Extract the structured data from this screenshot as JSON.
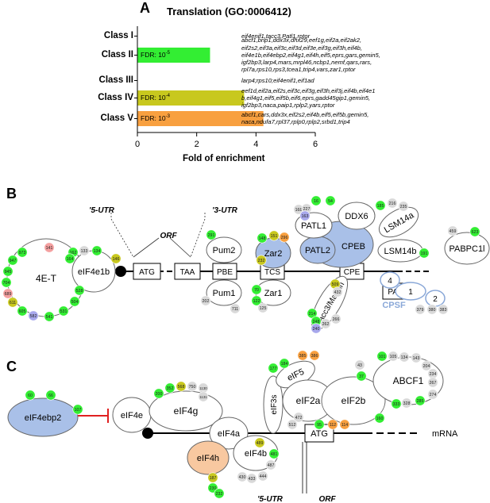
{
  "panels": {
    "a": "A",
    "b": "B",
    "c": "C"
  },
  "chart_data": {
    "type": "bar",
    "title": "Translation (GO:0006412)",
    "xlabel": "Fold of enrichment",
    "xlim": [
      0,
      6
    ],
    "xticks": [
      "0",
      "2",
      "4",
      "6"
    ],
    "categories": [
      "Class I",
      "Class II",
      "Class III",
      "Class IV",
      "Class V"
    ],
    "values": [
      0,
      2.45,
      0,
      3.6,
      4.25
    ],
    "fdr_labels": [
      "",
      "FDR: 10",
      "",
      "FDR: 10",
      "FDR: 10"
    ],
    "fdr_exponents": [
      "",
      "-5",
      "",
      "-4",
      "-3"
    ],
    "bar_colors": [
      "#ffffff",
      "#33ee33",
      "#ffffff",
      "#c8c81e",
      "#f8a040"
    ],
    "genes": [
      [
        "eif4enif1,tacc3,Patl1,rptor"
      ],
      [
        "abcf1,brip1,ddx3x,dhx29,eef1g,eif2a,eif2ak2,",
        "eif2s2,eif3a,eif3c,eif3d,eif3e,eif3g,eif3h,eif4b,",
        "eif4e1b,eif4ebp2,eif4g1,eif4h,eif5,eprs,gars,gemin5,",
        "igf2bp3,larp4,mars,mrpl46,ncbp1,nemf,qars,rars,",
        "rpl7a,rps10,rps3,tcea1,trip4,vars,zar1,rptor"
      ],
      [
        "larp4;rps10;eif4enif1,eif1ad"
      ],
      [
        "eef1d,eif2a,eif2s,eif3c,eif3g,eif3h,eif3j,eif4b,eif4e1",
        "b,eif4g1,eif5,eif5b,eif6,eprs,gadd45gip1,gemin5,",
        "igf2bp3,naca,paip1,rplp2,yars,rptor"
      ],
      [
        "abcf1,cars,ddx3x,eif2s2,eif4b,eif5,eif5b,gemin5,",
        "naca,ndufa7,rpl37,rplp0,rplp2,srbd1,trip4"
      ]
    ]
  },
  "diagram_b": {
    "proteins": {
      "e4t": "4E-T",
      "eif4e1b": "eIF4e1b",
      "pum2": "Pum2",
      "pum1": "Pum1",
      "zar2": "Zar2",
      "zar1": "Zar1",
      "tacc": "Tacc3/Maskin",
      "patl1": "PATL1",
      "ddx6": "DDX6",
      "lsm14a": "LSM14a",
      "patl2": "PATL2",
      "cpeb": "CPEB",
      "lsm14b": "LSM14b",
      "pabpc1l": "PABPC1l"
    },
    "boxes": {
      "atg": "ATG",
      "taa": "TAA",
      "pbe": "PBE",
      "tcs": "TCS",
      "cpe": "CPE",
      "pas": "PAS"
    },
    "utr5": "'5-UTR",
    "orf": "ORF",
    "utr3": "'3-UTR",
    "cpsf": {
      "label": "CPSF",
      "sub4": "4",
      "sub1": "1",
      "sub2": "2"
    }
  },
  "diagram_c": {
    "proteins": {
      "eif4ebp2": "eIF4ebp2",
      "eif4e": "eIF4e",
      "eif4g": "eIF4g",
      "eif4a": "eIF4a",
      "eif4h": "eIF4h",
      "eif4b": "eIF4b",
      "eif3s": "eIF3s",
      "eif5": "eIF5",
      "eif2a": "eIF2a",
      "eif2b": "eIF2b",
      "abcf1": "ABCF1"
    },
    "atg": "ATG",
    "mrna": "mRNA",
    "utr5": "'5-UTR",
    "orf": "ORF"
  },
  "colors": {
    "green": "#33ee33",
    "grey": "#d9d9d9",
    "olive": "#c8c81e",
    "orange": "#f8a040",
    "pink": "#f4a0a0",
    "lilac": "#a8a8ec",
    "blue": "#a9c0e8",
    "peach": "#f8c8a0",
    "cpsf_blue": "#8aa8d8"
  },
  "badges": [
    {
      "t": "973",
      "c": "green"
    },
    {
      "t": "141",
      "c": "pink"
    },
    {
      "t": "162",
      "c": "green"
    },
    {
      "t": "947",
      "c": "green"
    },
    {
      "t": "945",
      "c": "green"
    },
    {
      "t": "704",
      "c": "green"
    },
    {
      "t": "689",
      "c": "pink"
    },
    {
      "t": "611",
      "c": "olive"
    },
    {
      "t": "605",
      "c": "green"
    },
    {
      "t": "582",
      "c": "lilac"
    },
    {
      "t": "541",
      "c": "green"
    },
    {
      "t": "531",
      "c": "green"
    },
    {
      "t": "504",
      "c": "green"
    },
    {
      "t": "528",
      "c": "green"
    },
    {
      "t": "164",
      "c": "green"
    },
    {
      "t": "133",
      "c": "grey"
    },
    {
      "t": "134",
      "c": "green"
    },
    {
      "t": "146",
      "c": "olive"
    },
    {
      "t": "291",
      "c": "green"
    },
    {
      "t": "148",
      "c": "green"
    },
    {
      "t": "151",
      "c": "olive"
    },
    {
      "t": "296",
      "c": "orange"
    },
    {
      "t": "232",
      "c": "olive"
    },
    {
      "t": "70",
      "c": "green"
    },
    {
      "t": "122",
      "c": "green"
    },
    {
      "t": "125",
      "c": "grey"
    },
    {
      "t": "202",
      "c": "grey"
    },
    {
      "t": "711",
      "c": "grey"
    },
    {
      "t": "168",
      "c": "grey"
    },
    {
      "t": "227",
      "c": "grey"
    },
    {
      "t": "163",
      "c": "lilac"
    },
    {
      "t": "16",
      "c": "green"
    },
    {
      "t": "54",
      "c": "green"
    },
    {
      "t": "185",
      "c": "green"
    },
    {
      "t": "216",
      "c": "grey"
    },
    {
      "t": "235",
      "c": "grey"
    },
    {
      "t": "459",
      "c": "grey"
    },
    {
      "t": "623",
      "c": "green"
    },
    {
      "t": "191",
      "c": "green"
    },
    {
      "t": "509",
      "c": "olive"
    },
    {
      "t": "432",
      "c": "grey"
    },
    {
      "t": "214",
      "c": "green"
    },
    {
      "t": "248",
      "c": "green"
    },
    {
      "t": "240",
      "c": "lilac"
    },
    {
      "t": "262",
      "c": "grey"
    },
    {
      "t": "266",
      "c": "grey"
    },
    {
      "t": "379",
      "c": "grey"
    },
    {
      "t": "380",
      "c": "grey"
    },
    {
      "t": "383",
      "c": "grey"
    },
    {
      "t": "60",
      "c": "green"
    },
    {
      "t": "66",
      "c": "green"
    },
    {
      "t": "107",
      "c": "green"
    },
    {
      "t": "200",
      "c": "green"
    },
    {
      "t": "352",
      "c": "green"
    },
    {
      "t": "568",
      "c": "olive"
    },
    {
      "t": "750",
      "c": "grey"
    },
    {
      "t": "1130",
      "c": "grey"
    },
    {
      "t": "1131",
      "c": "grey"
    },
    {
      "t": "177",
      "c": "green"
    },
    {
      "t": "184",
      "c": "green"
    },
    {
      "t": "385",
      "c": "orange"
    },
    {
      "t": "386",
      "c": "orange"
    },
    {
      "t": "101",
      "c": "green"
    },
    {
      "t": "105",
      "c": "grey"
    },
    {
      "t": "134",
      "c": "grey"
    },
    {
      "t": "143",
      "c": "grey"
    },
    {
      "t": "43",
      "c": "grey"
    },
    {
      "t": "204",
      "c": "grey"
    },
    {
      "t": "234",
      "c": "grey"
    },
    {
      "t": "37",
      "c": "green"
    },
    {
      "t": "267",
      "c": "grey"
    },
    {
      "t": "274",
      "c": "grey"
    },
    {
      "t": "285",
      "c": "green"
    },
    {
      "t": "328",
      "c": "grey"
    },
    {
      "t": "333",
      "c": "green"
    },
    {
      "t": "160",
      "c": "green"
    },
    {
      "t": "472",
      "c": "grey"
    },
    {
      "t": "95",
      "c": "green"
    },
    {
      "t": "112",
      "c": "orange"
    },
    {
      "t": "114",
      "c": "orange"
    },
    {
      "t": "512",
      "c": "grey"
    },
    {
      "t": "489",
      "c": "olive"
    },
    {
      "t": "481",
      "c": "green"
    },
    {
      "t": "487",
      "c": "grey"
    },
    {
      "t": "187",
      "c": "olive"
    },
    {
      "t": "230",
      "c": "green"
    },
    {
      "t": "232",
      "c": "green"
    },
    {
      "t": "430",
      "c": "grey"
    },
    {
      "t": "433",
      "c": "grey"
    },
    {
      "t": "444",
      "c": "grey"
    }
  ]
}
